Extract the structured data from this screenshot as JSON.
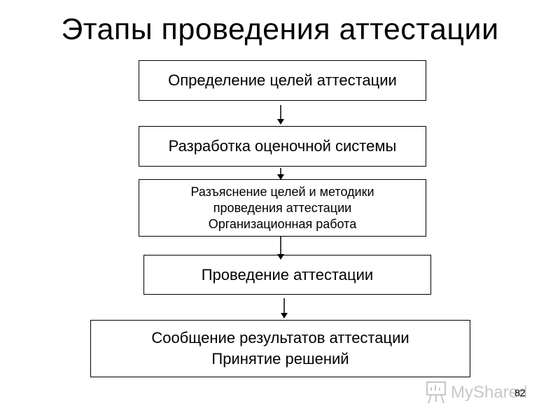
{
  "slide": {
    "title": "Этапы проведения аттестации",
    "steps": [
      {
        "text": "Определение целей аттестации"
      },
      {
        "text": "Разработка оценочной системы"
      },
      {
        "text": "Разъяснение целей и методики\nпроведения аттестации\nОрганизационная работа"
      },
      {
        "text": "Проведение аттестации"
      },
      {
        "text": "Сообщение результатов аттестации\nПринятие решений"
      }
    ],
    "page_number": "82"
  },
  "watermark": {
    "text": "MyShared",
    "icon": "presentation-icon"
  },
  "colors": {
    "background": "#ffffff",
    "text": "#000000",
    "border": "#000000",
    "watermark": "#9a9a9a"
  }
}
